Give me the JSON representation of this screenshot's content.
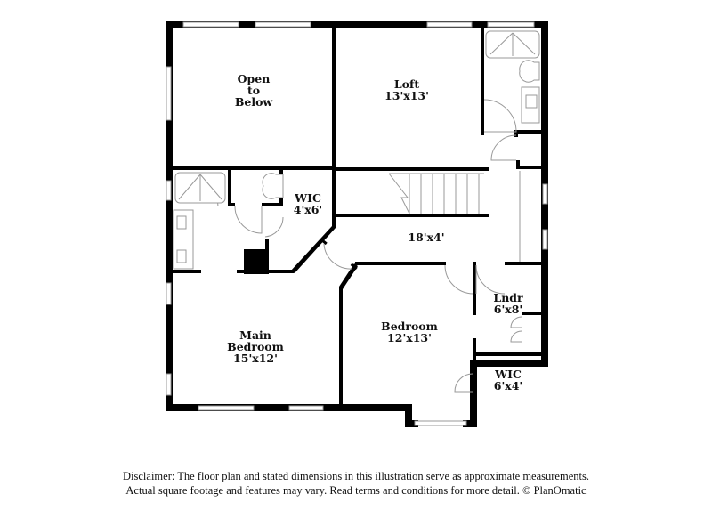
{
  "floor_plan": {
    "rooms": [
      {
        "id": "open-to-below",
        "name_lines": [
          "Open",
          "to",
          "Below"
        ],
        "dimensions": ""
      },
      {
        "id": "loft",
        "name_lines": [
          "Loft"
        ],
        "dimensions": "13'x13'"
      },
      {
        "id": "wic-main",
        "name_lines": [
          "WIC"
        ],
        "dimensions": "4'x6'"
      },
      {
        "id": "hallway",
        "name_lines": [],
        "dimensions": "18'x4'"
      },
      {
        "id": "main-bedroom",
        "name_lines": [
          "Main",
          "Bedroom"
        ],
        "dimensions": "15'x12'"
      },
      {
        "id": "bedroom",
        "name_lines": [
          "Bedroom"
        ],
        "dimensions": "12'x13'"
      },
      {
        "id": "laundry",
        "name_lines": [
          "Lndr"
        ],
        "dimensions": "6'x8'"
      },
      {
        "id": "wic-bedroom",
        "name_lines": [
          "WIC"
        ],
        "dimensions": "6'x4'"
      }
    ],
    "fixtures": [
      "shower-main-bath",
      "toilet-main-bath",
      "double-vanity",
      "shower-hall-bath",
      "toilet-hall-bath",
      "sink-hall-bath",
      "staircase",
      "laundry-bifold-door"
    ]
  },
  "disclaimer": {
    "line1": "Disclaimer: The floor plan and stated dimensions in this illustration serve as approximate measurements.",
    "line2": "Actual square footage and features may vary. Read terms and conditions for more detail. © PlanOmatic"
  }
}
